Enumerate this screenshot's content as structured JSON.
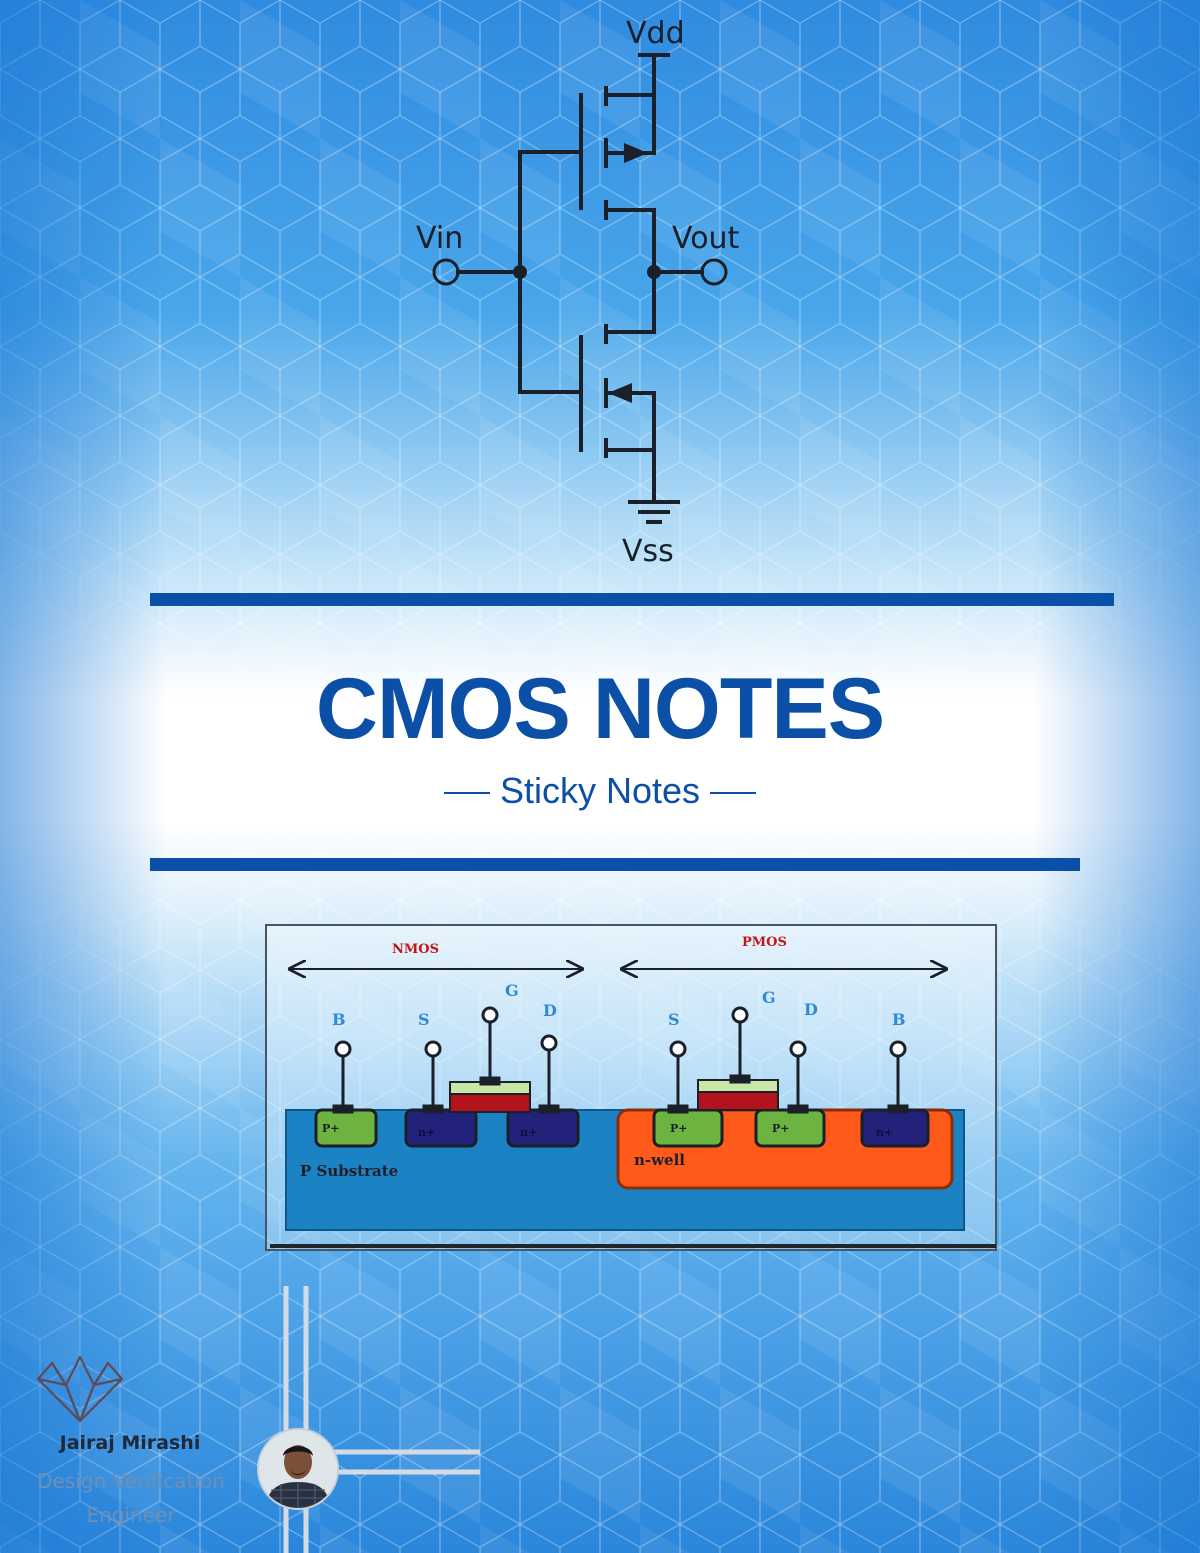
{
  "schematic": {
    "vdd": "Vdd",
    "vin": "Vin",
    "vout": "Vout",
    "vss": "Vss"
  },
  "cover": {
    "title": "CMOS NOTES",
    "subtitle": "Sticky Notes"
  },
  "cross_section": {
    "nmos": "NMOS",
    "pmos": "PMOS",
    "terminals": {
      "b": "B",
      "s": "S",
      "g": "G",
      "d": "D"
    },
    "p_plus": "P+",
    "n_plus": "n+",
    "p_substrate": "P Substrate",
    "n_well": "n-well"
  },
  "author": {
    "name": "Jairaj Mirashi",
    "role": "Design Verification Engineer"
  },
  "colors": {
    "brand_blue": "#0b4fa6",
    "substrate": "#1b82c4",
    "n_well": "#ff5a1a",
    "p_diffusion": "#6cb33f",
    "n_diffusion": "#22227a",
    "gate_poly": "#b3141b"
  }
}
